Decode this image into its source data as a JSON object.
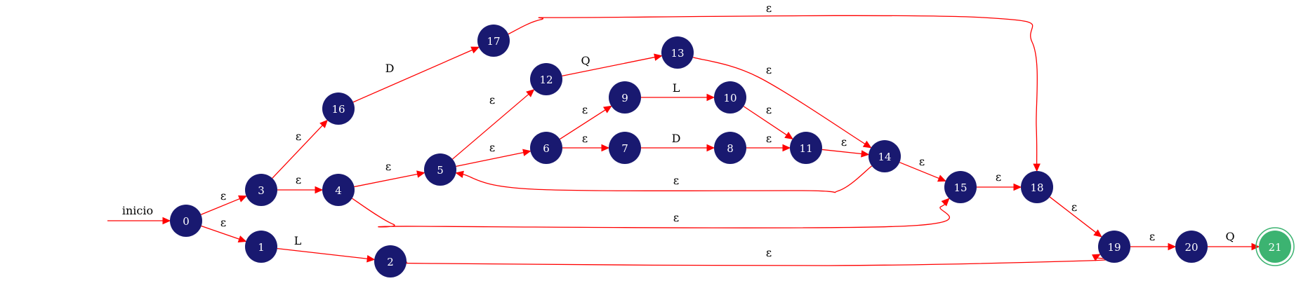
{
  "diagram": {
    "type": "nfa",
    "start_label": "inicio",
    "colors": {
      "state": "#191970",
      "accept_state": "#3cb371",
      "edge": "#ff0000",
      "text_on_state": "#ffffff",
      "edge_text": "#000000"
    },
    "states": [
      {
        "id": "0",
        "label": "0",
        "accept": false
      },
      {
        "id": "1",
        "label": "1",
        "accept": false
      },
      {
        "id": "2",
        "label": "2",
        "accept": false
      },
      {
        "id": "3",
        "label": "3",
        "accept": false
      },
      {
        "id": "4",
        "label": "4",
        "accept": false
      },
      {
        "id": "5",
        "label": "5",
        "accept": false
      },
      {
        "id": "6",
        "label": "6",
        "accept": false
      },
      {
        "id": "7",
        "label": "7",
        "accept": false
      },
      {
        "id": "8",
        "label": "8",
        "accept": false
      },
      {
        "id": "9",
        "label": "9",
        "accept": false
      },
      {
        "id": "10",
        "label": "10",
        "accept": false
      },
      {
        "id": "11",
        "label": "11",
        "accept": false
      },
      {
        "id": "12",
        "label": "12",
        "accept": false
      },
      {
        "id": "13",
        "label": "13",
        "accept": false
      },
      {
        "id": "14",
        "label": "14",
        "accept": false
      },
      {
        "id": "15",
        "label": "15",
        "accept": false
      },
      {
        "id": "16",
        "label": "16",
        "accept": false
      },
      {
        "id": "17",
        "label": "17",
        "accept": false
      },
      {
        "id": "18",
        "label": "18",
        "accept": false
      },
      {
        "id": "19",
        "label": "19",
        "accept": false
      },
      {
        "id": "20",
        "label": "20",
        "accept": false
      },
      {
        "id": "21",
        "label": "21",
        "accept": true
      }
    ],
    "transitions": [
      {
        "from": "start",
        "to": "0",
        "label": "inicio"
      },
      {
        "from": "0",
        "to": "3",
        "label": "ε"
      },
      {
        "from": "0",
        "to": "1",
        "label": "ε"
      },
      {
        "from": "1",
        "to": "2",
        "label": "L"
      },
      {
        "from": "2",
        "to": "19",
        "label": "ε"
      },
      {
        "from": "3",
        "to": "16",
        "label": "ε"
      },
      {
        "from": "3",
        "to": "4",
        "label": "ε"
      },
      {
        "from": "16",
        "to": "17",
        "label": "D"
      },
      {
        "from": "17",
        "to": "18",
        "label": "ε"
      },
      {
        "from": "4",
        "to": "5",
        "label": "ε"
      },
      {
        "from": "4",
        "to": "15",
        "label": "ε"
      },
      {
        "from": "5",
        "to": "12",
        "label": "ε"
      },
      {
        "from": "5",
        "to": "6",
        "label": "ε"
      },
      {
        "from": "12",
        "to": "13",
        "label": "Q"
      },
      {
        "from": "13",
        "to": "14",
        "label": "ε"
      },
      {
        "from": "6",
        "to": "9",
        "label": "ε"
      },
      {
        "from": "6",
        "to": "7",
        "label": "ε"
      },
      {
        "from": "9",
        "to": "10",
        "label": "L"
      },
      {
        "from": "10",
        "to": "11",
        "label": "ε"
      },
      {
        "from": "7",
        "to": "8",
        "label": "D"
      },
      {
        "from": "8",
        "to": "11",
        "label": "ε"
      },
      {
        "from": "11",
        "to": "14",
        "label": "ε"
      },
      {
        "from": "14",
        "to": "5",
        "label": "ε"
      },
      {
        "from": "14",
        "to": "15",
        "label": "ε"
      },
      {
        "from": "15",
        "to": "18",
        "label": "ε"
      },
      {
        "from": "18",
        "to": "19",
        "label": "ε"
      },
      {
        "from": "19",
        "to": "20",
        "label": "ε"
      },
      {
        "from": "20",
        "to": "21",
        "label": "Q"
      }
    ]
  }
}
